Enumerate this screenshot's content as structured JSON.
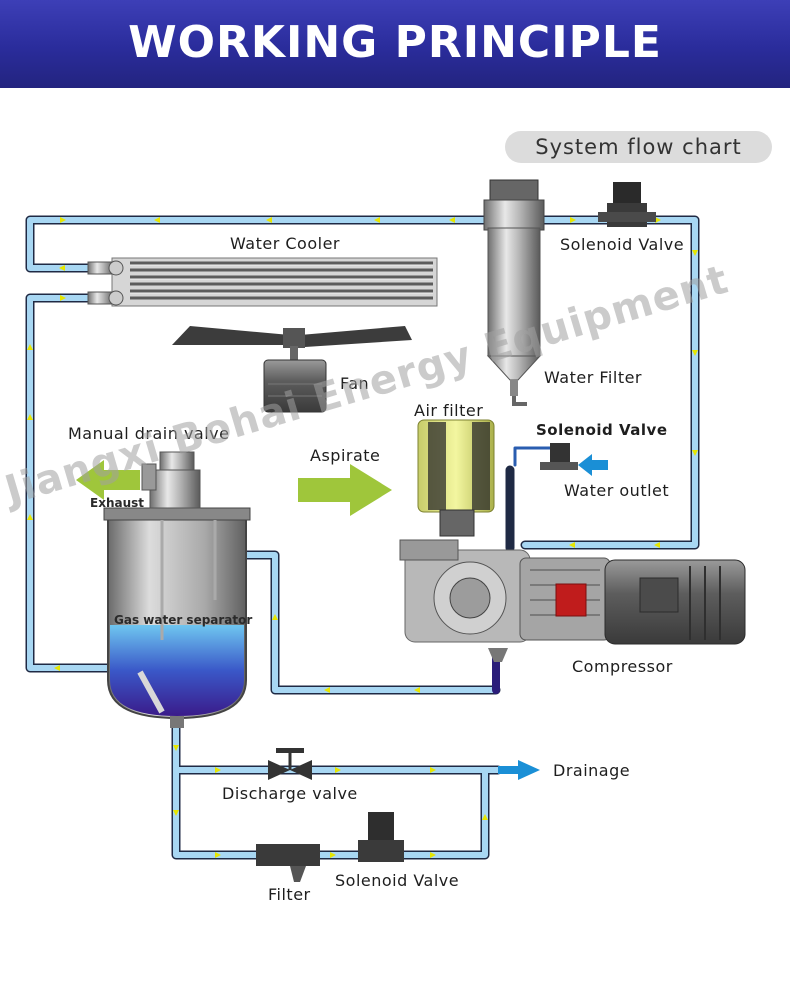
{
  "header": {
    "title": "WORKING PRINCIPLE"
  },
  "subtitle": "System flow chart",
  "labels": {
    "water_cooler": "Water Cooler",
    "solenoid_valve_top": "Solenoid Valve",
    "fan": "Fan",
    "water_filter": "Water Filter",
    "air_filter": "Air filter",
    "manual_drain_valve": "Manual drain valve",
    "solenoid_valve_mid": "Solenoid Valve",
    "aspirate": "Aspirate",
    "water_outlet": "Water outlet",
    "exhaust": "Exhaust",
    "gas_water_separator": "Gas water separator",
    "compressor": "Compressor",
    "drainage": "Drainage",
    "discharge_valve": "Discharge valve",
    "solenoid_valve_bottom": "Solenoid Valve",
    "filter": "Filter"
  },
  "watermark": "Jiangxi Bohai Energy Equipment",
  "colors": {
    "banner": "#2a2c9b",
    "pipe": "#a8d7f3",
    "pipe_outline": "#1f2a44",
    "flow_arrow": "#e6e600",
    "green_arrow": "#9fc63b",
    "blue_arrow": "#1a8fd6"
  }
}
